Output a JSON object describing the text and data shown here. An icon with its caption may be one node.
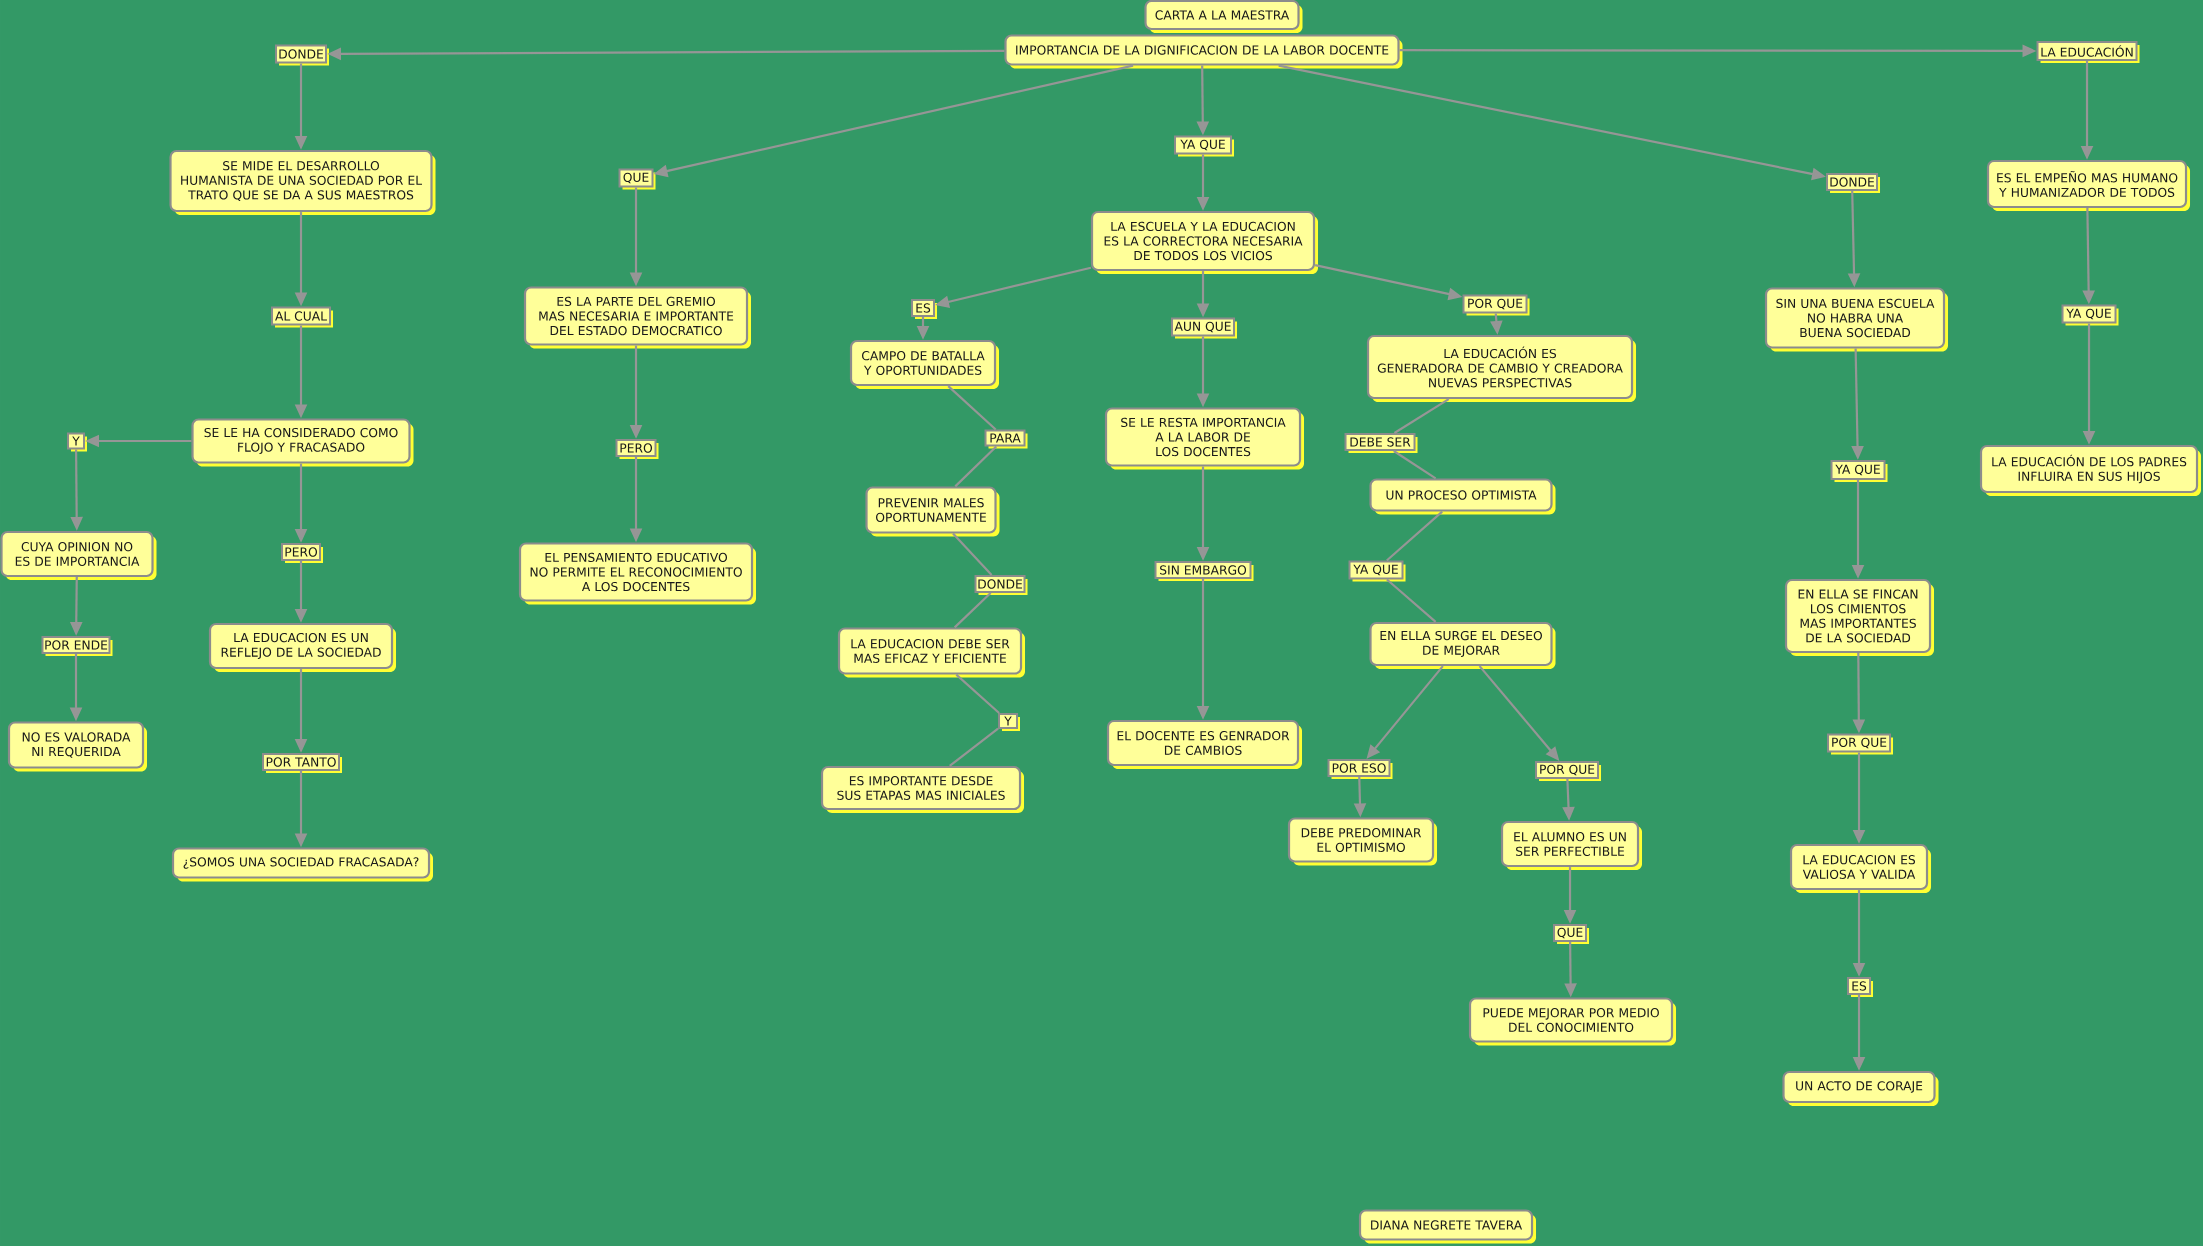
{
  "diagram": {
    "nodes": [
      {
        "text": [
          "CARTA A LA MAESTRA"
        ]
      },
      {
        "text": [
          "IMPORTANCIA DE LA DIGNIFICACION DE LA LABOR DOCENTE"
        ]
      },
      {
        "text": [
          "DONDE"
        ]
      },
      {
        "text": [
          "SE MIDE EL DESARROLLO HUMANISTA DE UNA SOCIEDAD POR EL TRATO QUE SE DA A SUS MAESTROS"
        ]
      },
      {
        "text": [
          "AL CUAL"
        ]
      },
      {
        "text": [
          "SE LE HA CONSIDERADO COMO FLOJO Y FRACASADO"
        ]
      },
      {
        "text": [
          "Y"
        ]
      },
      {
        "text": [
          "CUYA OPINION NO ES DE IMPORTANCIA"
        ]
      },
      {
        "text": [
          "POR ENDE"
        ]
      },
      {
        "text": [
          "NO ES VALORADA NI REQUERIDA"
        ]
      },
      {
        "text": [
          "PERO"
        ]
      },
      {
        "text": [
          "LA EDUCACION ES UN REFLEJO DE LA SOCIEDAD"
        ]
      },
      {
        "text": [
          "POR TANTO"
        ]
      },
      {
        "text": [
          "¿SOMOS UNA SOCIEDAD FRACASADA?"
        ]
      },
      {
        "text": [
          "QUE"
        ]
      },
      {
        "text": [
          "ES LA PARTE DEL GREMIO MAS NECESARIA E IMPORTANTE DEL ESTADO DEMOCRATICO"
        ]
      },
      {
        "text": [
          "PERO"
        ]
      },
      {
        "text": [
          "EL PENSAMIENTO EDUCATIVO NO PERMITE EL RECONOCIMIENTO A LOS DOCENTES"
        ]
      },
      {
        "text": [
          "YA QUE"
        ]
      },
      {
        "text": [
          "LA ESCUELA Y LA EDUCACION ES LA CORRECTORA NECESARIA DE TODOS LOS VICIOS"
        ]
      },
      {
        "text": [
          "ES"
        ]
      },
      {
        "text": [
          "CAMPO DE BATALLA Y OPORTUNIDADES"
        ]
      },
      {
        "text": [
          "PARA"
        ]
      },
      {
        "text": [
          "PREVENIR MALES OPORTUNAMENTE"
        ]
      },
      {
        "text": [
          "DONDE"
        ]
      },
      {
        "text": [
          "LA EDUCACION DEBE SER MAS EFICAZ Y EFICIENTE"
        ]
      },
      {
        "text": [
          "Y"
        ]
      },
      {
        "text": [
          "ES IMPORTANTE DESDE SUS ETAPAS MAS INICIALES"
        ]
      },
      {
        "text": [
          "AUN QUE"
        ]
      },
      {
        "text": [
          "SE LE RESTA IMPORTANCIA A LA LABOR DE LOS DOCENTES"
        ]
      },
      {
        "text": [
          "SIN EMBARGO"
        ]
      },
      {
        "text": [
          "EL DOCENTE ES GENRADOR DE CAMBIOS"
        ]
      },
      {
        "text": [
          "POR QUE"
        ]
      },
      {
        "text": [
          "LA EDUCACIÓN ES GENERADORA DE CAMBIO Y CREADORA NUEVAS PERSPECTIVAS"
        ]
      },
      {
        "text": [
          "DEBE SER"
        ]
      },
      {
        "text": [
          "UN PROCESO OPTIMISTA"
        ]
      },
      {
        "text": [
          "YA QUE"
        ]
      },
      {
        "text": [
          "EN ELLA SURGE EL DESEO DE MEJORAR"
        ]
      },
      {
        "text": [
          "POR ESO"
        ]
      },
      {
        "text": [
          "POR QUE"
        ]
      },
      {
        "text": [
          "DEBE PREDOMINAR EL OPTIMISMO"
        ]
      },
      {
        "text": [
          "EL ALUMNO ES UN SER PERFECTIBLE"
        ]
      },
      {
        "text": [
          "QUE"
        ]
      },
      {
        "text": [
          "PUEDE MEJORAR POR MEDIO DEL CONOCIMIENTO"
        ]
      },
      {
        "text": [
          "DONDE"
        ]
      },
      {
        "text": [
          "SIN UNA BUENA ESCUELA NO HABRA UNA BUENA SOCIEDAD"
        ]
      },
      {
        "text": [
          "YA QUE"
        ]
      },
      {
        "text": [
          "EN ELLA SE FINCAN LOS CIMIENTOS MAS IMPORTANTES DE LA SOCIEDAD"
        ]
      },
      {
        "text": [
          "POR QUE"
        ]
      },
      {
        "text": [
          "LA EDUCACION ES VALIOSA Y VALIDA"
        ]
      },
      {
        "text": [
          "ES"
        ]
      },
      {
        "text": [
          "UN ACTO DE CORAJE"
        ]
      },
      {
        "text": [
          "LA EDUCACIÓN"
        ]
      },
      {
        "text": [
          "ES EL EMPEÑO MAS HUMANO Y HUMANIZADOR DE TODOS"
        ]
      },
      {
        "text": [
          "YA QUE"
        ]
      },
      {
        "text": [
          "LA EDUCACIÓN DE LOS PADRES INFLUIRA EN SUS HIJOS"
        ]
      },
      {
        "text": [
          "DIANA NEGRETE TAVERA"
        ]
      }
    ],
    "edges": [
      {
        "from": 1,
        "to": 2,
        "arrow": "to"
      },
      {
        "from": 2,
        "to": 3,
        "arrow": "to"
      },
      {
        "from": 3,
        "to": 4,
        "arrow": "to"
      },
      {
        "from": 4,
        "to": 5,
        "arrow": "to"
      },
      {
        "from": 5,
        "to": 6,
        "arrow": "to"
      },
      {
        "from": 6,
        "to": 7,
        "arrow": "to"
      },
      {
        "from": 7,
        "to": 8,
        "arrow": "to"
      },
      {
        "from": 8,
        "to": 9,
        "arrow": "to"
      },
      {
        "from": 5,
        "to": 10,
        "arrow": "to"
      },
      {
        "from": 10,
        "to": 11,
        "arrow": "to"
      },
      {
        "from": 11,
        "to": 12,
        "arrow": "to"
      },
      {
        "from": 12,
        "to": 13,
        "arrow": "to"
      },
      {
        "from": 1,
        "to": 14,
        "arrow": "to"
      },
      {
        "from": 14,
        "to": 15,
        "arrow": "to"
      },
      {
        "from": 15,
        "to": 16,
        "arrow": "to"
      },
      {
        "from": 16,
        "to": 17,
        "arrow": "to"
      },
      {
        "from": 1,
        "to": 18,
        "arrow": "to"
      },
      {
        "from": 18,
        "to": 19,
        "arrow": "to"
      },
      {
        "from": 19,
        "to": 20,
        "arrow": "to"
      },
      {
        "from": 20,
        "to": 21,
        "arrow": "to"
      },
      {
        "from": 21,
        "to": 22,
        "arrow": "none"
      },
      {
        "from": 22,
        "to": 23,
        "arrow": "none"
      },
      {
        "from": 23,
        "to": 24,
        "arrow": "none"
      },
      {
        "from": 24,
        "to": 25,
        "arrow": "none"
      },
      {
        "from": 25,
        "to": 26,
        "arrow": "none"
      },
      {
        "from": 26,
        "to": 27,
        "arrow": "none"
      },
      {
        "from": 19,
        "to": 28,
        "arrow": "to"
      },
      {
        "from": 28,
        "to": 29,
        "arrow": "to"
      },
      {
        "from": 29,
        "to": 30,
        "arrow": "to"
      },
      {
        "from": 30,
        "to": 31,
        "arrow": "to"
      },
      {
        "from": 19,
        "to": 32,
        "arrow": "to"
      },
      {
        "from": 32,
        "to": 33,
        "arrow": "to"
      },
      {
        "from": 33,
        "to": 34,
        "arrow": "none"
      },
      {
        "from": 34,
        "to": 35,
        "arrow": "none"
      },
      {
        "from": 35,
        "to": 36,
        "arrow": "none"
      },
      {
        "from": 36,
        "to": 37,
        "arrow": "none"
      },
      {
        "from": 37,
        "to": 38,
        "arrow": "to"
      },
      {
        "from": 38,
        "to": 40,
        "arrow": "to"
      },
      {
        "from": 37,
        "to": 39,
        "arrow": "to"
      },
      {
        "from": 39,
        "to": 41,
        "arrow": "to"
      },
      {
        "from": 41,
        "to": 42,
        "arrow": "to"
      },
      {
        "from": 42,
        "to": 43,
        "arrow": "to"
      },
      {
        "from": 1,
        "to": 44,
        "arrow": "to"
      },
      {
        "from": 44,
        "to": 45,
        "arrow": "to"
      },
      {
        "from": 45,
        "to": 46,
        "arrow": "to"
      },
      {
        "from": 46,
        "to": 47,
        "arrow": "to"
      },
      {
        "from": 47,
        "to": 48,
        "arrow": "to"
      },
      {
        "from": 48,
        "to": 49,
        "arrow": "to"
      },
      {
        "from": 49,
        "to": 50,
        "arrow": "to"
      },
      {
        "from": 50,
        "to": 51,
        "arrow": "to"
      },
      {
        "from": 1,
        "to": 52,
        "arrow": "to"
      },
      {
        "from": 52,
        "to": 53,
        "arrow": "to"
      },
      {
        "from": 53,
        "to": 54,
        "arrow": "to"
      },
      {
        "from": 54,
        "to": 55,
        "arrow": "to"
      }
    ]
  }
}
